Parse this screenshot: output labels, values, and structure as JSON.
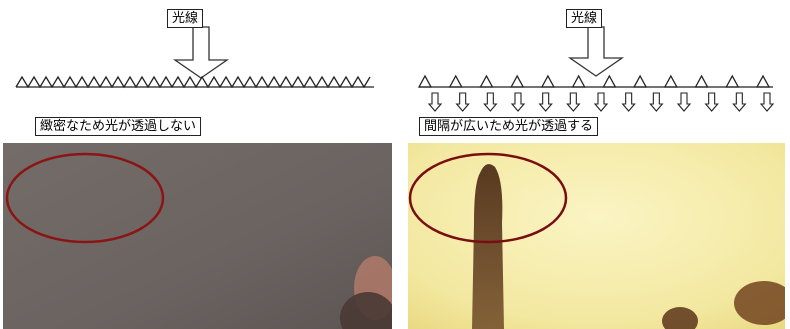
{
  "left": {
    "light_label": "光線",
    "caption": "緻密なため光が透過しない",
    "colors": {
      "photo_bg": "#6d6662",
      "circle": "#8b1414"
    }
  },
  "right": {
    "light_label": "光線",
    "caption": "間隔が広いため光が透過する",
    "colors": {
      "photo_bg": "#f3eaa0",
      "circle": "#7a0d10",
      "streak": "#5a3418"
    }
  }
}
